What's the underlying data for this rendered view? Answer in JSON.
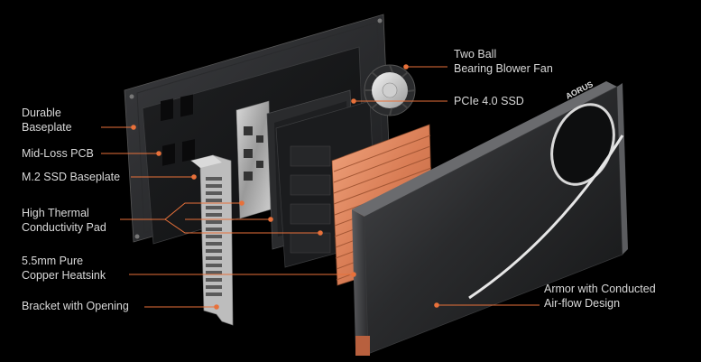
{
  "brand": "AORUS",
  "accent_color": "#e8713a",
  "labels": {
    "baseplate": [
      "Durable",
      "Baseplate"
    ],
    "pcb": "Mid-Loss PCB",
    "ssd_baseplate": "M.2 SSD Baseplate",
    "thermal_pad": [
      "High Thermal",
      "Conductivity Pad"
    ],
    "heatsink": [
      "5.5mm Pure",
      "Copper Heatsink"
    ],
    "bracket": "Bracket with Opening",
    "fan": [
      "Two Ball",
      "Bearing Blower Fan"
    ],
    "ssd": "PCIe 4.0 SSD",
    "armor": [
      "Armor with Conducted",
      "Air-flow Design"
    ]
  }
}
